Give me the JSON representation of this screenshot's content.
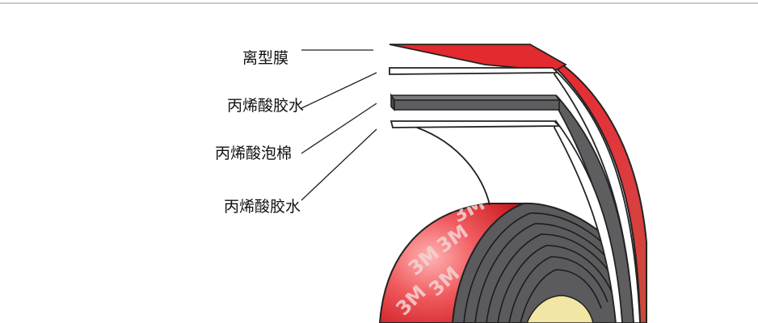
{
  "labels": {
    "release_film": "离型膜",
    "adhesive_top": "丙烯酸胶水",
    "foam": "丙烯酸泡棉",
    "adhesive_bottom": "丙烯酸胶水"
  },
  "logo": {
    "text": "3M"
  },
  "colors": {
    "release_film": "#e32a2f",
    "foam": "#5e5e60",
    "adhesive": "#ffffff",
    "outline": "#222222",
    "core": "#f1e6a4",
    "leader_line": "#222222"
  }
}
